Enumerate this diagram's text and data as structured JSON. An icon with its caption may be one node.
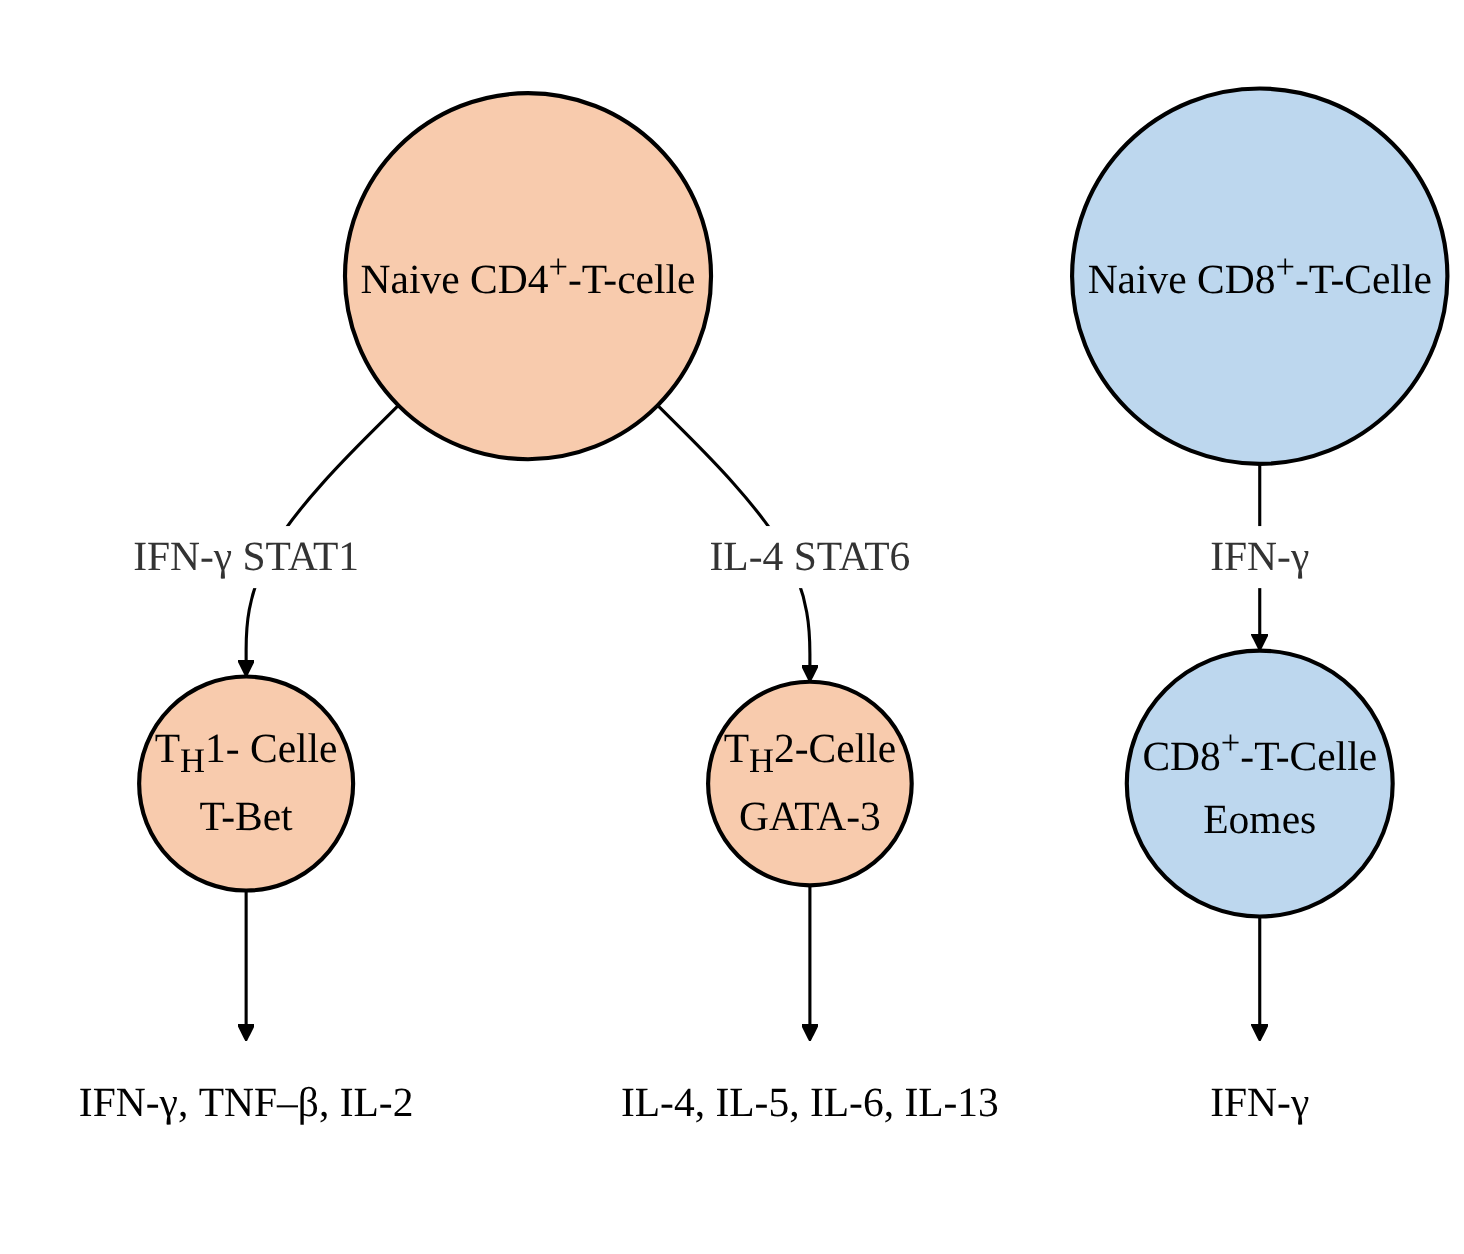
{
  "diagram": {
    "nodes": [
      {
        "text": [
          "Naive CD4$^{+}$-T-celle"
        ]
      },
      {
        "text": [
          "Naive CD8$^{+}$-T-Celle"
        ]
      },
      {
        "text": [
          "T$_{H}$1- Celle",
          "T-Bet"
        ]
      },
      {
        "text": [
          "T$_{H}$2-Celle",
          "GATA-3"
        ]
      },
      {
        "text": [
          "CD8$^{+}$-T-Celle",
          "Eomes"
        ]
      },
      {
        "text": [
          "IFN-γ, TNF–β, IL-2"
        ]
      },
      {
        "text": [
          "IL-4, IL-5, IL-6, IL-13"
        ]
      },
      {
        "text": [
          "IFN-γ"
        ]
      }
    ],
    "edges": [
      {
        "from": 0,
        "to": 2,
        "arrow": "to",
        "label": "IFN-γ STAT1"
      },
      {
        "from": 0,
        "to": 3,
        "arrow": "to",
        "label": "IL-4 STAT6"
      },
      {
        "from": 1,
        "to": 4,
        "arrow": "to",
        "label": "IFN-γ"
      },
      {
        "from": 2,
        "to": 5,
        "arrow": "to"
      },
      {
        "from": 3,
        "to": 6,
        "arrow": "to"
      },
      {
        "from": 4,
        "to": 7,
        "arrow": "to"
      }
    ]
  }
}
